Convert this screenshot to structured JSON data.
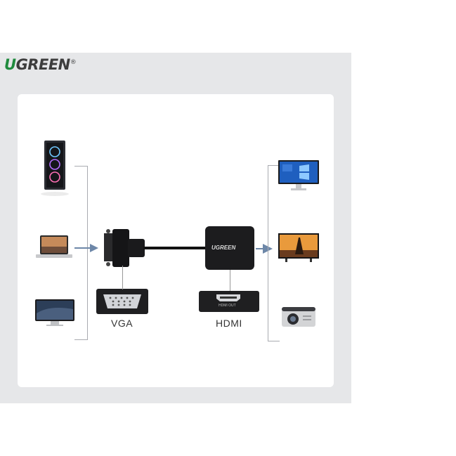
{
  "brand": {
    "name": "UGREEN",
    "registered": "®"
  },
  "adapter": {
    "brand": "UGREEN",
    "port_text": "HDMI OUT"
  },
  "labels": {
    "vga": "VGA",
    "hdmi": "HDMI"
  },
  "sources": [
    {
      "icon": "desktop-tower-icon"
    },
    {
      "icon": "laptop-icon"
    },
    {
      "icon": "all-in-one-computer-icon"
    }
  ],
  "outputs": [
    {
      "icon": "monitor-icon"
    },
    {
      "icon": "television-icon"
    },
    {
      "icon": "projector-icon"
    }
  ],
  "colors": {
    "banner": "#e6e7e9",
    "card": "#ffffff",
    "arrow": "#6d87a8",
    "logo_accent": "#1f8a3d"
  }
}
